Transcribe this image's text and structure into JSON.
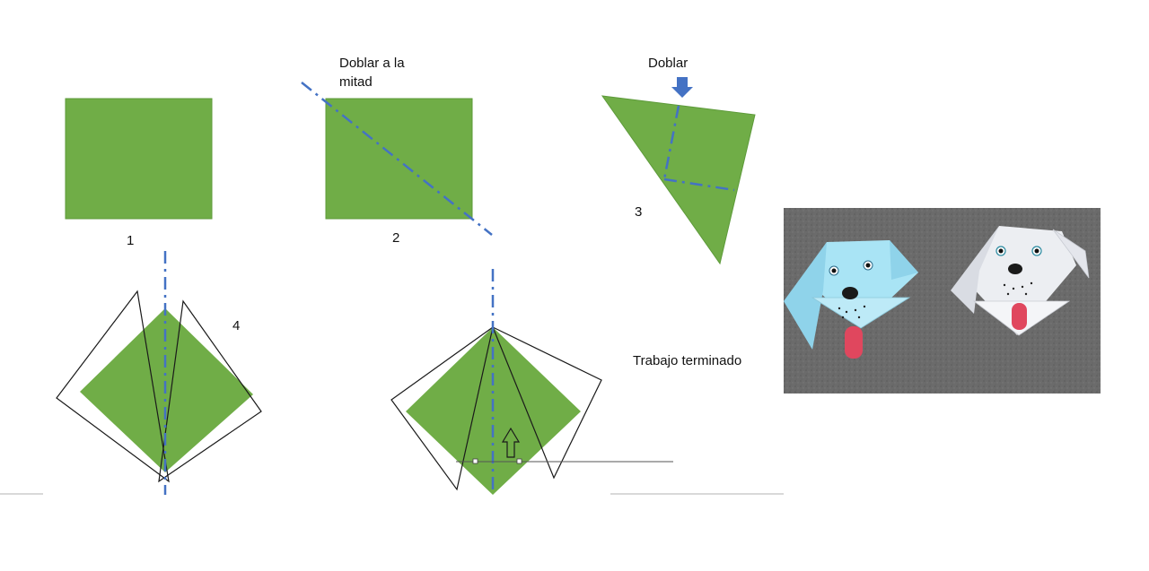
{
  "labels": {
    "fold_half": "Doblar a la mitad",
    "fold": "Doblar",
    "step1": "1",
    "step2": "2",
    "step3": "3",
    "step4": "4",
    "finished": "Trabajo terminado"
  },
  "colors": {
    "paper_green": "#70ad47",
    "fold_line_blue": "#4472c4",
    "outline": "#1a1a1a",
    "photo_background": "#6b6b6b",
    "dog_blue": "#a9e4f5",
    "dog_white": "#eceef2",
    "tongue": "#e0475e"
  },
  "photo": {
    "subjects": [
      "blue-origami-dog",
      "white-origami-dog"
    ]
  }
}
